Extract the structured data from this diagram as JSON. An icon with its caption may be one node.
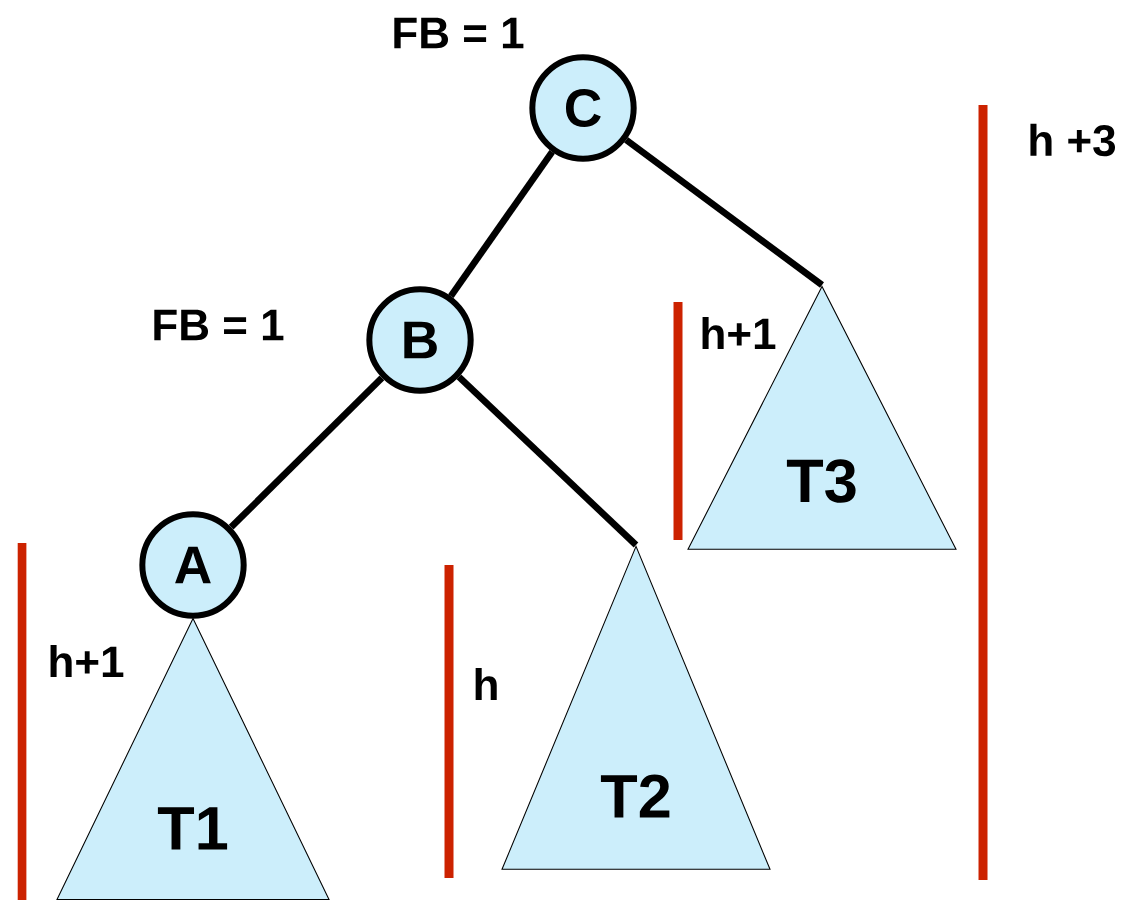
{
  "diagram": {
    "nodes": [
      {
        "text": [
          "C"
        ],
        "beside": [
          "FB = 1"
        ]
      },
      {
        "text": [
          "B"
        ],
        "beside": [
          "FB = 1"
        ]
      },
      {
        "text": [
          "A"
        ]
      },
      {
        "text": [
          "T1"
        ]
      },
      {
        "text": [
          "T2"
        ]
      },
      {
        "text": [
          "T3"
        ]
      }
    ],
    "edges": [
      {
        "from": 0,
        "to": 1,
        "arrow": "none"
      },
      {
        "from": 0,
        "to": 5,
        "arrow": "none"
      },
      {
        "from": 1,
        "to": 2,
        "arrow": "none"
      },
      {
        "from": 1,
        "to": 4,
        "arrow": "none"
      }
    ],
    "labels": [
      "h +3",
      "h+1",
      "h+1",
      "h"
    ]
  }
}
